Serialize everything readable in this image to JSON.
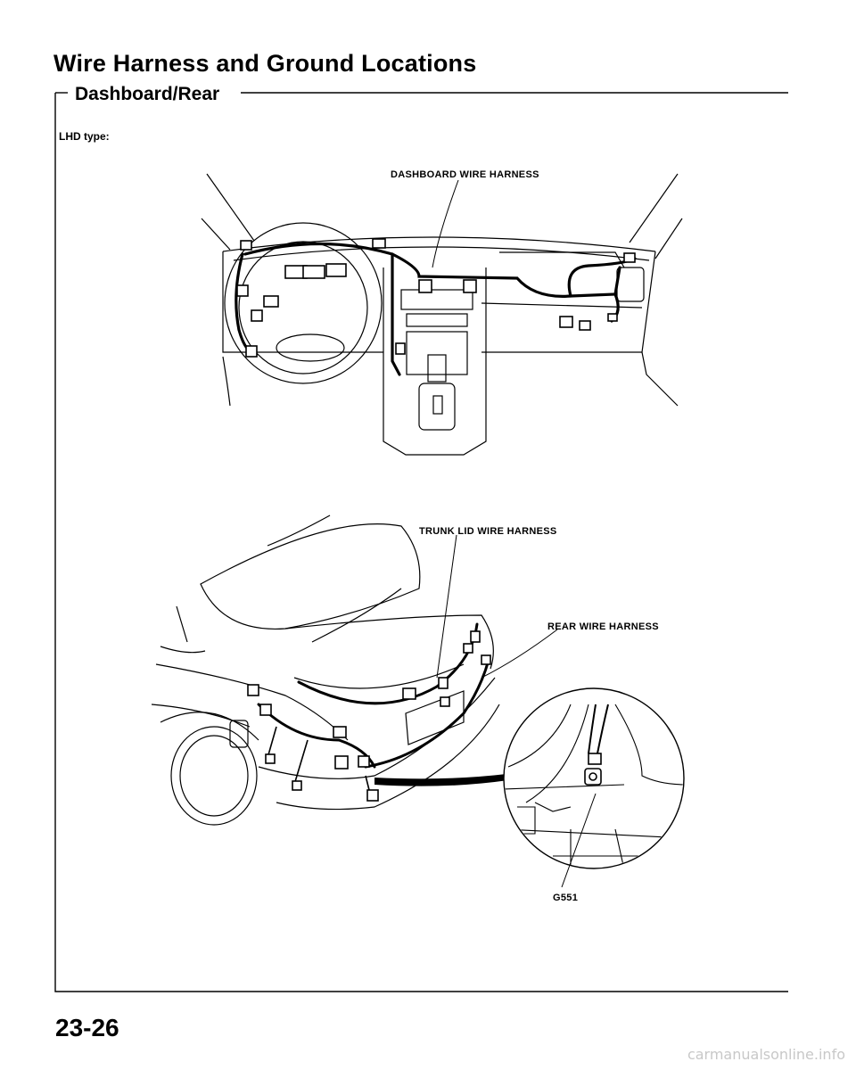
{
  "page": {
    "title": "Wire Harness and Ground Locations",
    "section": "Dashboard/Rear",
    "variant": "LHD type:",
    "page_number": "23-26",
    "watermark": "carmanualsonline.info"
  },
  "callouts": {
    "dashboard_harness": "DASHBOARD WIRE HARNESS",
    "trunk_lid_harness": "TRUNK LID WIRE HARNESS",
    "rear_harness": "REAR WIRE HARNESS",
    "ground": "G551"
  },
  "colors": {
    "ink": "#000000",
    "paper": "#ffffff",
    "watermark": "#c8c8c8"
  }
}
